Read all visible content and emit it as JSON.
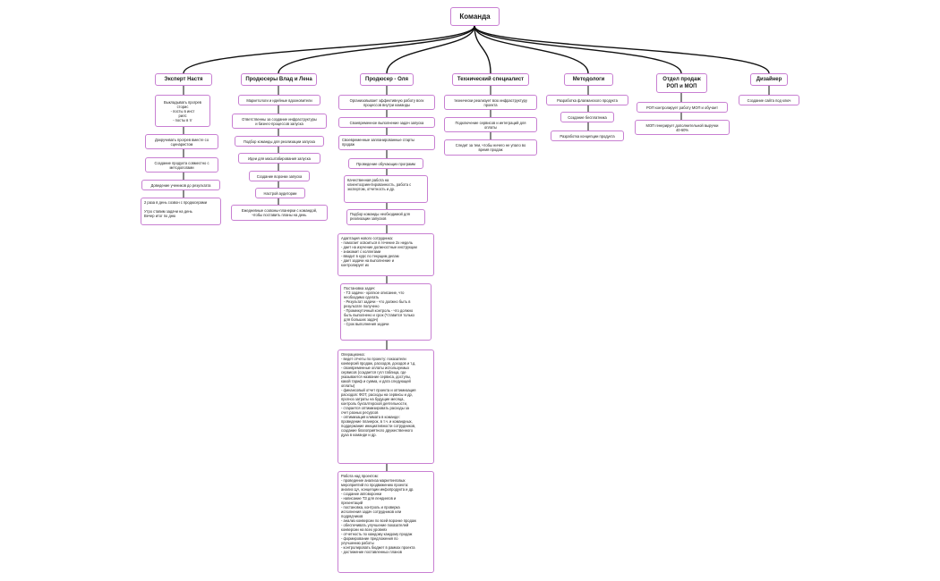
{
  "root": "Команда",
  "branches": [
    {
      "title": "Эксперт Настя",
      "items": [
        "Выкладывать прогрев\nсторис\n- посты в инст\nрилс\n- посты в тг",
        "Докручивать прогрев вместе со\nсценаристом",
        "Создание продукта совместно с\nметодологами",
        "Доведение учеников до результата",
        "2 раза в день созвон с продюсерами\n\nУтро ставим задачи на день\nВечер итог по дню"
      ]
    },
    {
      "title": "Продюсеры Влад и Лена",
      "items": [
        "Маркетологи и идейные вдохновители",
        "Ответственны за создание инфраструктуры\nи бизнес-процессов запуска",
        "Подбор команды для реализации запуска",
        "Идеи для масштабирования запуска",
        "Создание воронки запуска",
        "Настрой аудитории",
        "Ежедневные созвоны-планерки с командой,\nчтобы поставить планы на день"
      ]
    },
    {
      "title": "Продюсер - Оля",
      "items": [
        "Организовывает эффективную работу всех\nпроцессов внутри команды",
        "Своевременное выполнение задач запуска",
        "Своевременные запланированные старты\nпродаж",
        "Проведение обучающих программ",
        "Качественная работа на\nклиентоориентированность, работа с\nэкспертом, отчетность и др.",
        "Подбор команды необходимой для\nреализации запусков",
        "Адаптация нового сотрудника:\n- помогает освоиться в течение 2х недель\n- дает на изучение должностные инструкции\n- знакомит с коллегами\n- вводит в курс по текущим делам\n- дает задачи на выполнение и\nконтролирует их",
        "Постановка задач:\n- ТЗ задачи - краткое описание, что\nнеобходимо сделать\n- Результат задачи - что должно быть в\nрезультате получено\n- Промежуточный контроль - что должно\nбыть выполнено и срок (*ставится только\nдля больших задач)\n- Срок выполнения задачи",
        "Операционка:\n- ведет отчеты по проекту: показатели\nконверсий продаж, расходов, доходов и т.д.\n- своевременные оплаты используемых\nсервисов (создается гугл таблица, где\nуказывается название сервиса, доступы,\nкакой тариф и сумма, и дата следующей\nоплаты)\n- финансовый отчет проекта и оптимизация\nрасходов: ФОТ, расходы на сервисы и др,\nпрогноз затраты на будущие месяца,\nконтроль бухгалтерской деятельности,\n- старается оптимизировать расходы за\nсчет разных ресурсов\n- оптимизация климата в команде:\nпроведение планерок, в т.ч. и командных,\nподдержание инициативности сотрудников,\nсоздание благоприятного дружественного\nдуха в команде и др.",
        "Работа над проектом:\n- проведение анализа маркетинговых\nмероприятий по продвижению проекта:\nанализ ЦА, концепции инфопродукта и др.\n- создание автоворонки\n- написание ТЗ для лендингов и\nпрезентаций\n- постановка, контроль и проверка\nисполнения задач сотрудников или\nподрядчиков\n- анализ конверсии по всей воронке продаж\n- обеспечивать улучшение показателей\nконверсии на всех уровнях\n- отчетность по каждому каждому продаж\n- формирование предложения по\nулучшению работы\n- контролировать бюджет в рамках проекта\n- достижение поставленных планов"
      ]
    },
    {
      "title": "Технический специалист",
      "items": [
        "технически реализует всю инфраструктуру\nпроекта",
        "Подключение сервисов и интеграций для\nоплаты",
        "Следит за тем, чтобы ничего не упало во\nвремя продаж"
      ]
    },
    {
      "title": "Методологи",
      "items": [
        "Разработка флагманского продукта",
        "Создание бесплатника",
        "Разработка концепции продукта"
      ]
    },
    {
      "title": "Отдел продаж\nРОП и МОП",
      "items": [
        "РОП контролирует работу МОП и обучает",
        "МОП генерирует дополнительной выручки\n40-60%"
      ]
    },
    {
      "title": "Дизайнер",
      "items": [
        "Создание сайта под ключ"
      ]
    }
  ],
  "colors": {
    "border": "#c87fd2",
    "line": "#111111",
    "background": "#ffffff"
  }
}
